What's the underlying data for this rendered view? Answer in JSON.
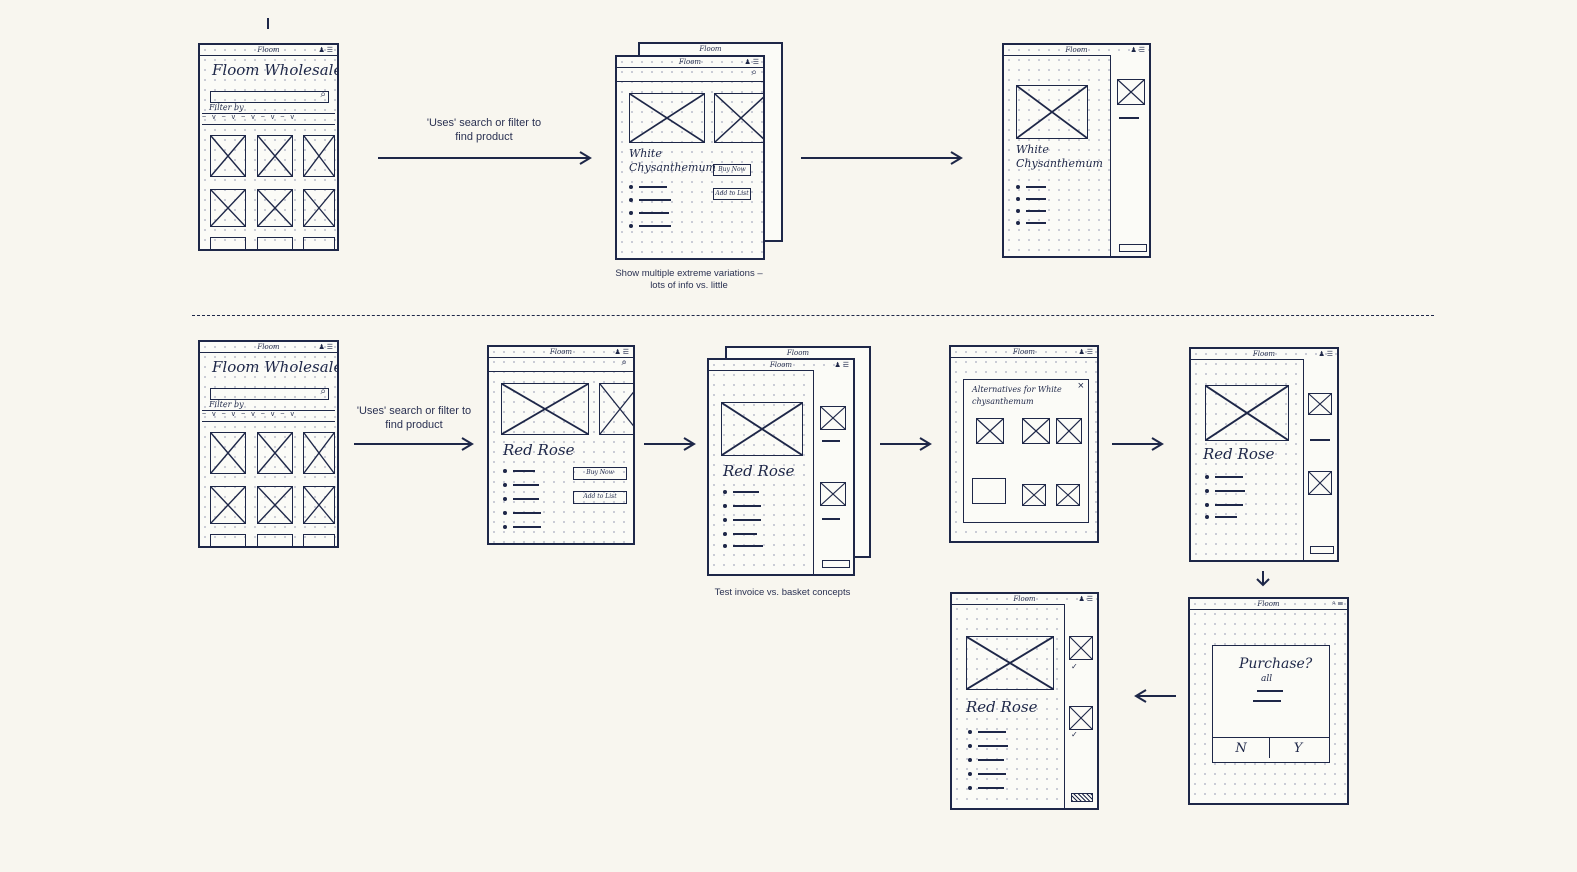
{
  "brand": "Floom",
  "home": {
    "title": "Floom Wholesale",
    "filter_label": "Filter by"
  },
  "products": {
    "white": "White Chysanthemum",
    "red": "Red Rose"
  },
  "buttons": {
    "buy_now": "Buy Now",
    "add_to_list": "Add to List"
  },
  "captions": {
    "search_top": "'Uses' search or filter to find product",
    "variations": "Show multiple extreme variations – lots of info vs. little",
    "search_bottom": "'Uses' search or filter to find product",
    "invoice": "Test invoice vs. basket concepts"
  },
  "alternatives": {
    "title": "Alternatives for White chysanthemum",
    "close": "×"
  },
  "purchase_dialog": {
    "question": "Purchase?",
    "sub": "all",
    "no": "N",
    "yes": "Y"
  },
  "icons": [
    "user-icon",
    "menu-icon",
    "search-icon",
    "close-icon",
    "arrow-right-icon",
    "arrow-down-icon",
    "arrow-left-icon"
  ],
  "colors": {
    "ink": "#1e2748",
    "paper": "#fbfbf7",
    "background": "#f8f6ef"
  }
}
